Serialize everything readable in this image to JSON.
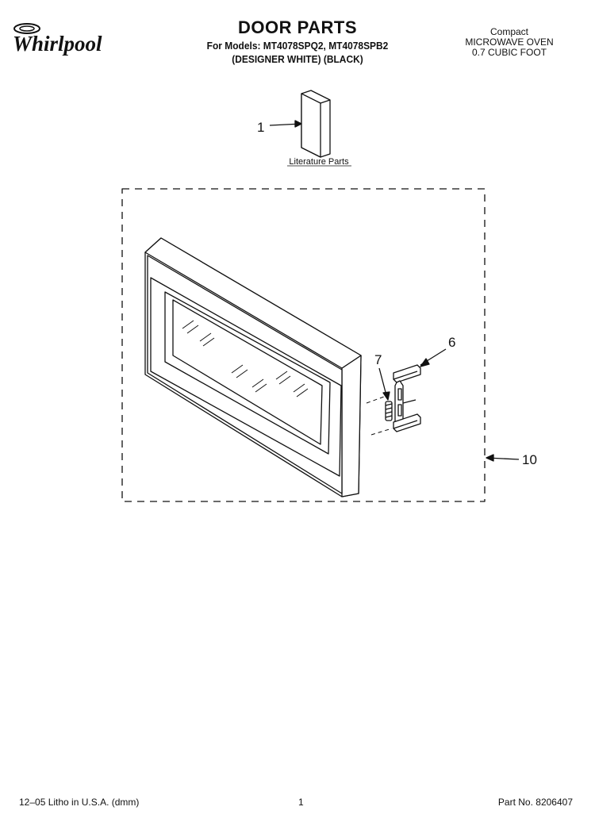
{
  "brand": {
    "logo_text": "Whirlpool"
  },
  "header": {
    "title": "DOOR PARTS",
    "models_line": "For Models: MT4078SPQ2, MT4078SPB2",
    "finishes_line": "(DESIGNER WHITE) (BLACK)"
  },
  "product": {
    "line1": "Compact",
    "line2": "MICROWAVE OVEN",
    "line3": "0.7 CUBIC FOOT"
  },
  "literature": {
    "label": "Literature Parts"
  },
  "callouts": {
    "c1": "1",
    "c6": "6",
    "c7": "7",
    "c10": "10"
  },
  "footer": {
    "litho": "12–05 Litho in U.S.A. (dmm)",
    "page": "1",
    "part_no": "Part No. 8206407"
  }
}
